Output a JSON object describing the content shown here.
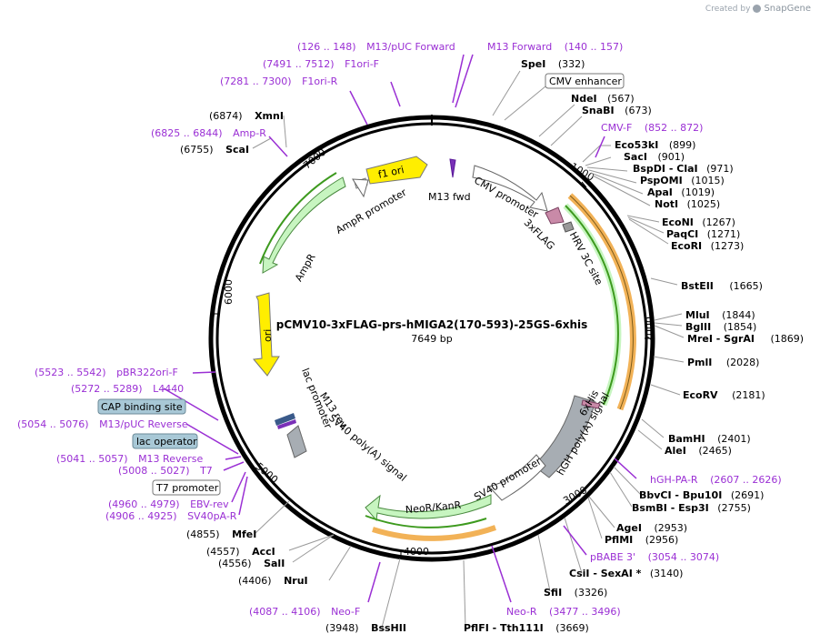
{
  "brand": {
    "created_by": "Created by",
    "app": "SnapGene"
  },
  "plasmid": {
    "name": "pCMV10-3xFLAG-prs-hMIGA2(170-593)-25GS-6xhis",
    "size_label": "7649 bp",
    "length": 7649
  },
  "ticks": [
    "1000",
    "2000",
    "3000",
    "4000",
    "5000",
    "6000",
    "7000"
  ],
  "enzymes": [
    {
      "name": "SpeI",
      "pos": "(332)"
    },
    {
      "name": "NdeI",
      "pos": "(567)"
    },
    {
      "name": "SnaBI",
      "pos": "(673)"
    },
    {
      "name": "Eco53kI",
      "pos": "(899)"
    },
    {
      "name": "SacI",
      "pos": "(901)"
    },
    {
      "name": "BspDI - ClaI",
      "pos": "(971)"
    },
    {
      "name": "PspOMI",
      "pos": "(1015)"
    },
    {
      "name": "ApaI",
      "pos": "(1019)"
    },
    {
      "name": "NotI",
      "pos": "(1025)"
    },
    {
      "name": "EcoNI",
      "pos": "(1267)"
    },
    {
      "name": "PaqCI",
      "pos": "(1271)"
    },
    {
      "name": "EcoRI",
      "pos": "(1273)"
    },
    {
      "name": "BstEII",
      "pos": "(1665)"
    },
    {
      "name": "MluI",
      "pos": "(1844)"
    },
    {
      "name": "BglII",
      "pos": "(1854)"
    },
    {
      "name": "MreI - SgrAI",
      "pos": "(1869)"
    },
    {
      "name": "PmlI",
      "pos": "(2028)"
    },
    {
      "name": "EcoRV",
      "pos": "(2181)"
    },
    {
      "name": "BamHI",
      "pos": "(2401)"
    },
    {
      "name": "AleI",
      "pos": "(2465)"
    },
    {
      "name": "BbvCI - Bpu10I",
      "pos": "(2691)"
    },
    {
      "name": "BsmBI - Esp3I",
      "pos": "(2755)"
    },
    {
      "name": "AgeI",
      "pos": "(2953)"
    },
    {
      "name": "PflMI",
      "pos": "(2956)"
    },
    {
      "name": "CsiI - SexAI *",
      "pos": "(3140)"
    },
    {
      "name": "SfiI",
      "pos": "(3326)"
    },
    {
      "name": "PflFI - Tth111I",
      "pos": "(3669)"
    },
    {
      "name": "BssHII",
      "pos": "(3948)"
    },
    {
      "name": "NruI",
      "pos": "(4406)"
    },
    {
      "name": "SalI",
      "pos": "(4556)"
    },
    {
      "name": "AccI",
      "pos": "(4557)"
    },
    {
      "name": "MfeI",
      "pos": "(4855)"
    },
    {
      "name": "ScaI",
      "pos": "(6755)"
    },
    {
      "name": "XmnI",
      "pos": "(6874)"
    }
  ],
  "primers": [
    {
      "name": "M13/pUC Forward",
      "pos": "(126 .. 148)"
    },
    {
      "name": "M13 Forward",
      "pos": "(140 .. 157)"
    },
    {
      "name": "F1ori-F",
      "pos": "(7491 .. 7512)"
    },
    {
      "name": "F1ori-R",
      "pos": "(7281 .. 7300)"
    },
    {
      "name": "Amp-R",
      "pos": "(6825 .. 6844)"
    },
    {
      "name": "CMV-F",
      "pos": "(852 .. 872)"
    },
    {
      "name": "hGH-PA-R",
      "pos": "(2607 .. 2626)"
    },
    {
      "name": "pBABE 3'",
      "pos": "(3054 .. 3074)"
    },
    {
      "name": "Neo-R",
      "pos": "(3477 .. 3496)"
    },
    {
      "name": "Neo-F",
      "pos": "(4087 .. 4106)"
    },
    {
      "name": "pBR322ori-F",
      "pos": "(5523 .. 5542)"
    },
    {
      "name": "L4440",
      "pos": "(5272 .. 5289)"
    },
    {
      "name": "M13/pUC Reverse",
      "pos": "(5054 .. 5076)"
    },
    {
      "name": "M13 Reverse",
      "pos": "(5041 .. 5057)"
    },
    {
      "name": "T7",
      "pos": "(5008 .. 5027)"
    },
    {
      "name": "EBV-rev",
      "pos": "(4960 .. 4979)"
    },
    {
      "name": "SV40pA-R",
      "pos": "(4906 .. 4925)"
    }
  ],
  "boxed_features": {
    "cmv_enhancer": "CMV enhancer",
    "cap_site": "CAP binding site",
    "lac_operator": "lac operator",
    "t7_promoter": "T7 promoter"
  },
  "features": {
    "f1_ori": "f1 ori",
    "m13_fwd": "M13 fwd",
    "cmv_promoter": "CMV promoter",
    "flag": "3xFLAG",
    "hrv": "HRV 3C site",
    "ampr_promoter": "AmpR promoter",
    "ampr": "AmpR",
    "ori": "ori",
    "lac_promoter": "lac promoter",
    "m13_rev": "M13 rev",
    "sv40_polya": "SV40 poly(A) signal",
    "hgh_polya": "hGH poly(A) signal",
    "his": "6xHis",
    "sv40_promoter": "SV40 promoter",
    "neor": "NeoR/KanR"
  },
  "colors": {
    "primer": "#9a2fd4",
    "yellow": "#ffee00",
    "green_arrow": "#c7f5c0",
    "grey_feature": "#a7adb3",
    "orange_orf": "#f0a53a",
    "green_orf": "#3d9a1e"
  }
}
